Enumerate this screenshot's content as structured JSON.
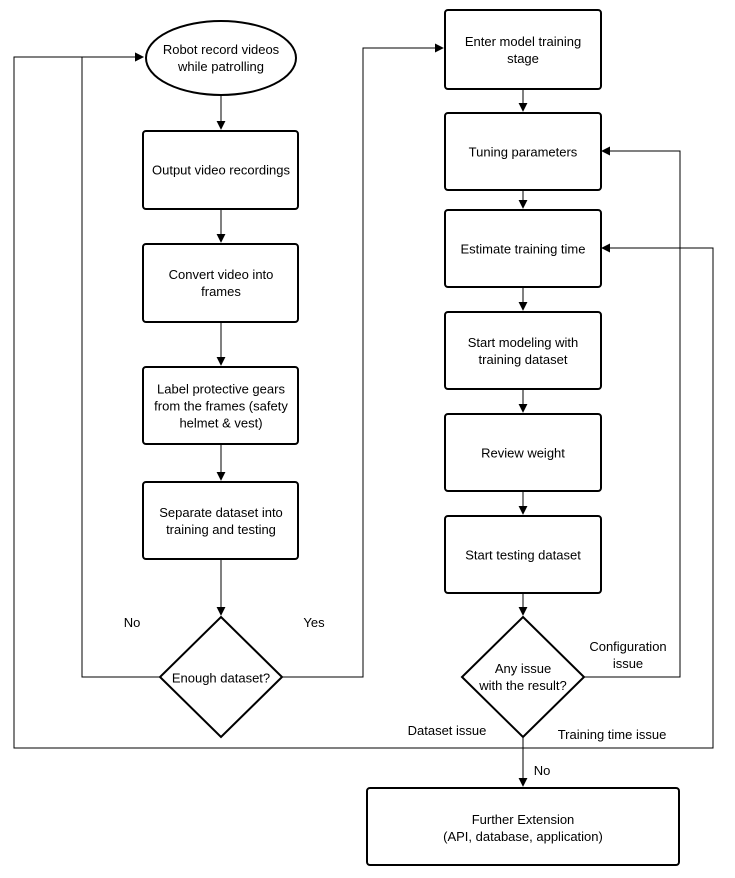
{
  "nodes": {
    "robot": [
      "Robot record videos",
      "while patrolling"
    ],
    "output": [
      "Output video recordings"
    ],
    "convert": [
      "Convert video into",
      "frames"
    ],
    "label": [
      "Label protective gears",
      "from the frames (safety",
      "helmet & vest)"
    ],
    "separate": [
      "Separate dataset into",
      "training and testing"
    ],
    "enough": [
      "Enough dataset?"
    ],
    "enter": [
      "Enter model training",
      "stage"
    ],
    "tuning": [
      "Tuning parameters"
    ],
    "estimate": [
      "Estimate training time"
    ],
    "startmodel": [
      "Start modeling with",
      "training dataset"
    ],
    "review": [
      "Review weight"
    ],
    "starttest": [
      "Start testing dataset"
    ],
    "anyissue": [
      "Any issue",
      "with the result?"
    ],
    "further": [
      "Further Extension",
      "(API, database, application)"
    ]
  },
  "edge_labels": {
    "no_left": "No",
    "yes": "Yes",
    "config_issue": [
      "Configuration",
      "issue"
    ],
    "dataset_issue": "Dataset issue",
    "training_time_issue": "Training time issue",
    "no_bottom": "No"
  }
}
